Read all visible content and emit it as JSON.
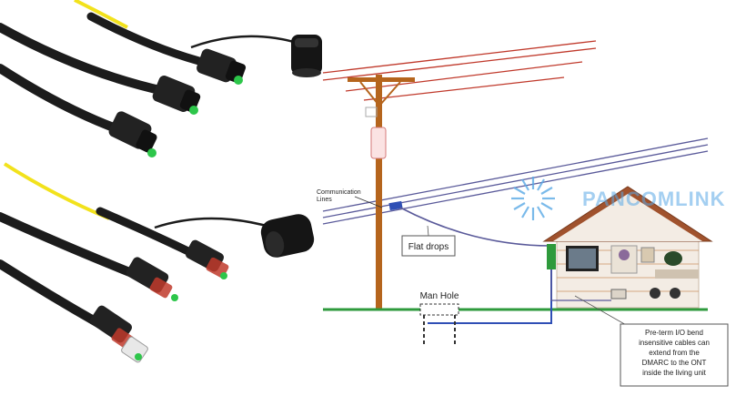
{
  "diagram": {
    "labels": {
      "communication_lines": "Communication\nLines",
      "flat_drops": "Flat drops",
      "man_hole": "Man Hole",
      "callout": "Pre-term I/O bend\ninsensitive cables can\nextend from the\nDMARC to the ONT\ninside the living unit"
    },
    "watermark": "PANCOMLINK",
    "colors": {
      "power_lines": "#c0392b",
      "comm_lines": "#5a5a9a",
      "pole": "#b5651d",
      "ground": "#2e9a3c",
      "roof": "#a0522d",
      "house_wall": "#f3ece4",
      "cable_jacket": "#1c1c1c",
      "fiber_yellow": "#f2e21c",
      "connector_green": "#2dc64a",
      "watermark": "#5aa9e6"
    }
  }
}
